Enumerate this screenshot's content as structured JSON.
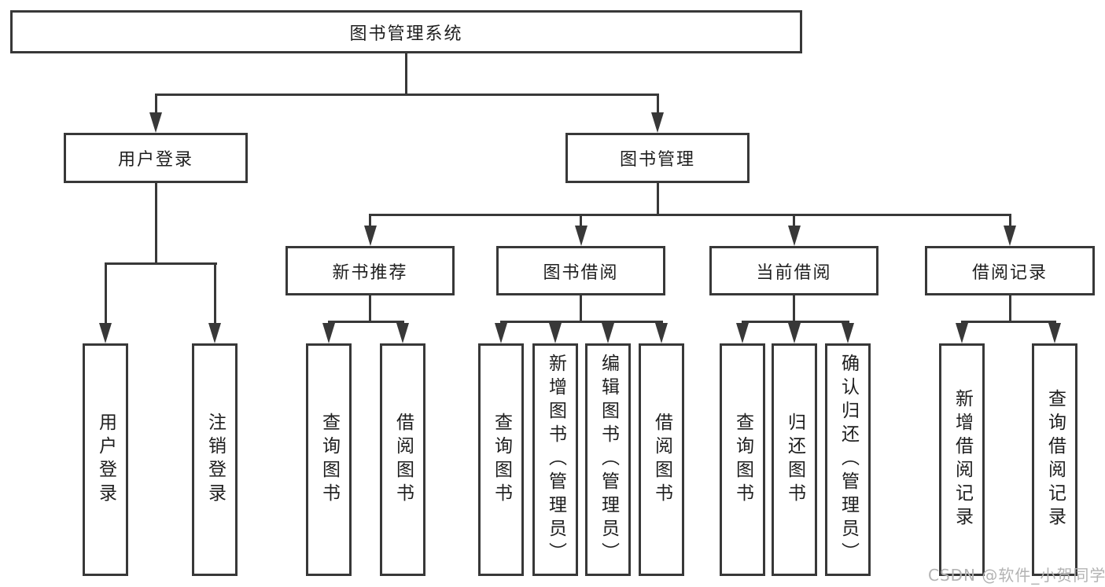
{
  "title": "图书管理系统",
  "level2": [
    {
      "label": "用户登录"
    },
    {
      "label": "图书管理"
    }
  ],
  "level3": [
    {
      "label": "新书推荐"
    },
    {
      "label": "图书借阅"
    },
    {
      "label": "当前借阅"
    },
    {
      "label": "借阅记录"
    }
  ],
  "leaves": [
    {
      "label": "用户登录"
    },
    {
      "label": "注销登录"
    },
    {
      "label": "查询图书"
    },
    {
      "label": "借阅图书"
    },
    {
      "label": "查询图书"
    },
    {
      "label": "新增图书（管理员）"
    },
    {
      "label": "编辑图书（管理员）"
    },
    {
      "label": "借阅图书"
    },
    {
      "label": "查询图书"
    },
    {
      "label": "归还图书"
    },
    {
      "label": "确认归还（管理员）"
    },
    {
      "label": "新增借阅记录"
    },
    {
      "label": "查询借阅记录"
    }
  ],
  "watermark": {
    "text": "CSDN @软件_小贺同学"
  },
  "colors": {
    "line": "#383838",
    "text": "#1e1e1e",
    "watermark": "#b3b3b3",
    "background": "#ffffff"
  }
}
